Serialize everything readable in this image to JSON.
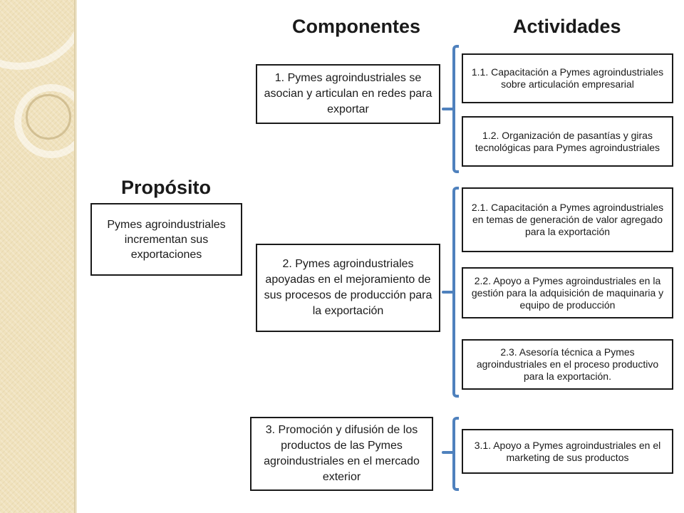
{
  "headings": {
    "componentes": "Componentes",
    "actividades": "Actividades",
    "proposito": "Propósito"
  },
  "proposito": {
    "text": "Pymes agroindustriales incrementan sus exportaciones"
  },
  "componentes": [
    {
      "text": "1. Pymes agroindustriales se asocian y articulan en redes para exportar"
    },
    {
      "text": "2. Pymes agroindustriales apoyadas en el mejoramiento de sus procesos de producción para la exportación"
    },
    {
      "text": "3. Promoción y difusión de los productos de las Pymes agroindustriales en el mercado exterior"
    }
  ],
  "actividades": [
    {
      "text": "1.1. Capacitación a Pymes agroindustriales sobre articulación empresarial"
    },
    {
      "text": "1.2. Organización de pasantías y giras tecnológicas para Pymes agroindustriales"
    },
    {
      "text": "2.1. Capacitación a Pymes agroindustriales en temas de generación de valor agregado para la exportación"
    },
    {
      "text": "2.2. Apoyo a Pymes agroindustriales en la gestión para la adquisición de maquinaria y equipo de producción"
    },
    {
      "text": "2.3. Asesoría técnica a Pymes agroindustriales en el proceso productivo para la exportación."
    },
    {
      "text": "3.1. Apoyo a Pymes agroindustriales en el marketing de sus productos"
    }
  ],
  "colors": {
    "accent": "#4f81bd",
    "border": "#1a1a1a",
    "panel": "#f0e2bd"
  }
}
